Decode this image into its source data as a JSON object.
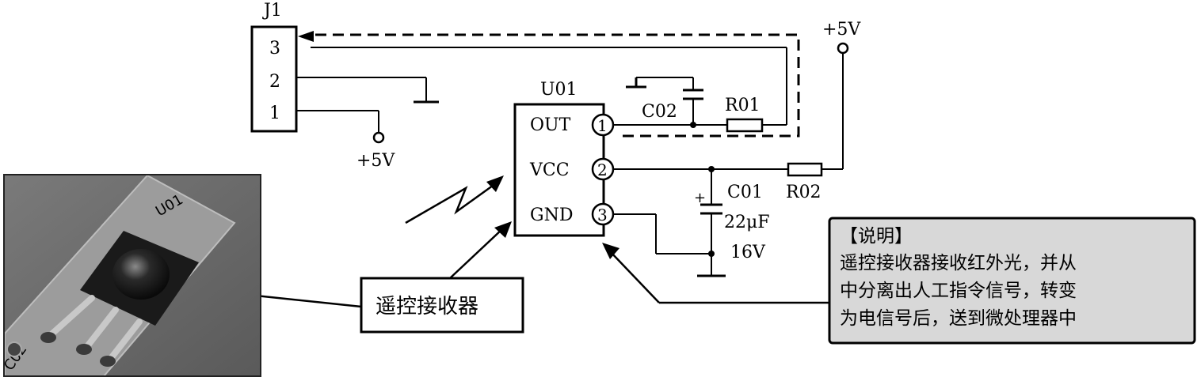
{
  "connector": {
    "name": "J1",
    "pins": [
      "3",
      "2",
      "1"
    ]
  },
  "supply": {
    "top_right": "+5V",
    "connector_pin1": "+5V"
  },
  "ic": {
    "name": "U01",
    "pins": [
      {
        "label": "OUT",
        "num": "1"
      },
      {
        "label": "VCC",
        "num": "2"
      },
      {
        "label": "GND",
        "num": "3"
      }
    ]
  },
  "components": {
    "c02": "C02",
    "r01": "R01",
    "c01": "C01",
    "c01_value": "22μF",
    "c01_voltage": "16V",
    "r02": "R02",
    "c01_polarity": "+"
  },
  "photo": {
    "pcb_label_u01": "U01",
    "pcb_label_c02": "C02"
  },
  "callout_label": "遥控接收器",
  "note": {
    "title": "【说明】",
    "lines": [
      "遥控接收器接收红外光，并从",
      "中分离出人工指令信号，转变",
      "为电信号后，送到微处理器中"
    ]
  }
}
